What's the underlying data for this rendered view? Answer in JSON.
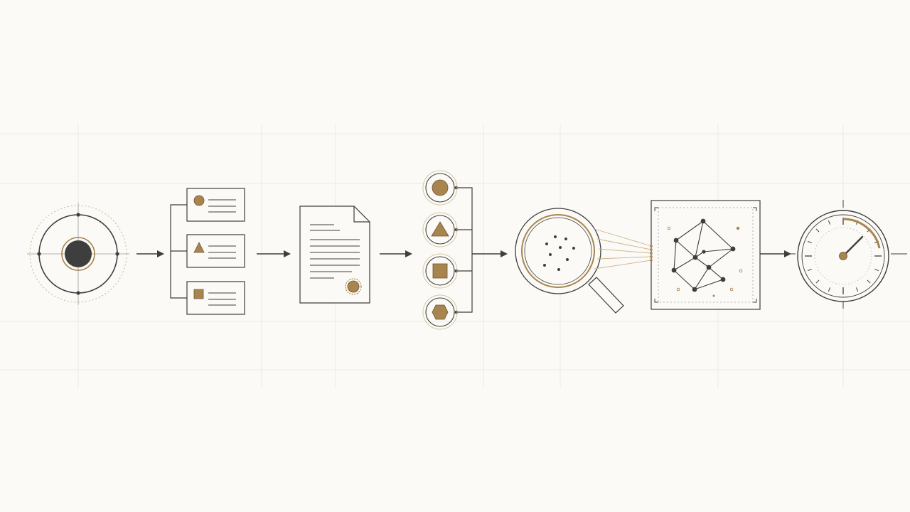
{
  "colors": {
    "background": "#fbfaf6",
    "ink": "#3e3e3e",
    "accent": "#a8854e",
    "accent_light": "#cdb48a",
    "grid": "#ece9e1"
  },
  "steps": [
    {
      "id": "source",
      "icon": "target-circle-icon"
    },
    {
      "id": "branches",
      "icon": "branch-cards-icon",
      "cards": [
        "circle",
        "triangle",
        "square"
      ]
    },
    {
      "id": "document",
      "icon": "document-seal-icon"
    },
    {
      "id": "categories",
      "icon": "shape-list-icon",
      "shapes": [
        "circle",
        "triangle",
        "square",
        "hexagon"
      ]
    },
    {
      "id": "inspection",
      "icon": "magnifier-icon"
    },
    {
      "id": "network",
      "icon": "network-graph-icon"
    },
    {
      "id": "gauge",
      "icon": "gauge-icon"
    }
  ],
  "connectors": [
    "arrow",
    "arrow",
    "arrow",
    "merge-arrow",
    "projection-beams",
    "arrow"
  ]
}
